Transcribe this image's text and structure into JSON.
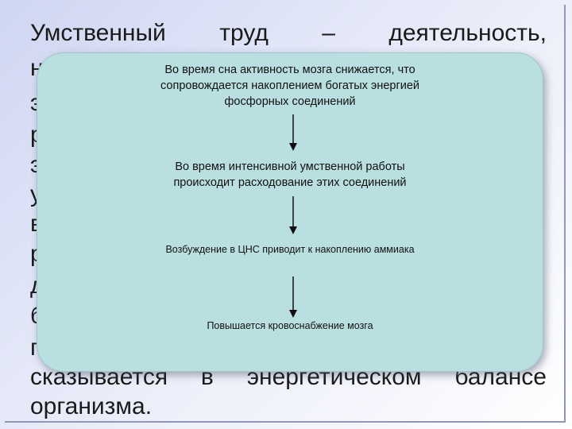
{
  "background_text": {
    "lines": [
      "Умственный труд – деятельность,",
      "на",
      "э",
      "р",
      "э",
      "у",
      "в",
      "р",
      "д",
      "б",
      "п",
      "сказывается в энергетическом балансе",
      "организма."
    ]
  },
  "diagram": {
    "steps": [
      {
        "lines": [
          "Во время сна активность мозга снижается, что",
          "сопровождается накоплением богатых энергией",
          "фосфорных соединений"
        ]
      },
      {
        "lines": [
          "Во время интенсивной умственной работы",
          "происходит расходование этих соединений"
        ]
      },
      {
        "lines": [
          "Возбуждение в ЦНС приводит к накоплению аммиака"
        ]
      },
      {
        "lines": [
          "Повышается кровоснабжение мозга"
        ]
      }
    ],
    "colors": {
      "box": "#b9dfe0",
      "arrow": "#111111"
    }
  }
}
